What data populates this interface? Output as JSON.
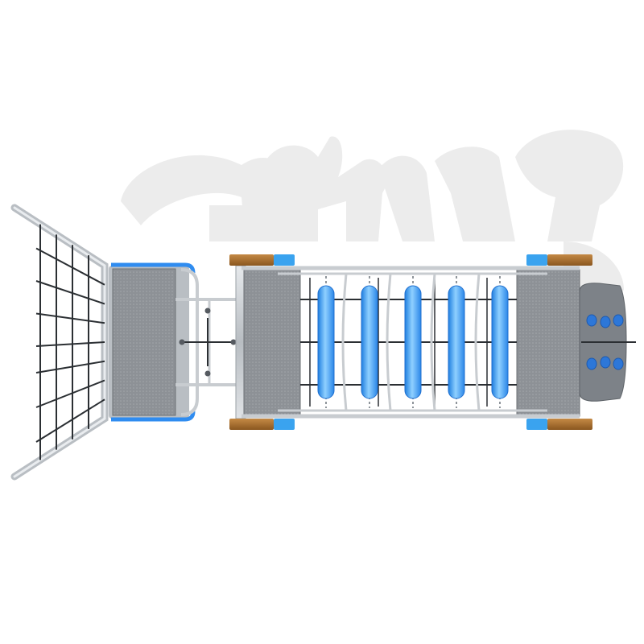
{
  "scene": {
    "view": "top-down",
    "subject": "playground-equipment",
    "colors": {
      "background": "#ffffff",
      "shadow": "#ececec",
      "steel": "#c8ccd0",
      "steel_dark": "#8f959b",
      "deck": "#8d9196",
      "deck_edge": "#6d7176",
      "net_rope": "#2b2f33",
      "accent_blue": "#2f8cf0",
      "cap_blue": "#3aa3ef",
      "roller_blue": "#3a9bf5",
      "roller_light": "#8fd0ff",
      "wood": "#b0712c",
      "wood_dark": "#7f4f1d",
      "panel": "#7d8288",
      "knob": "#2d77d8"
    },
    "roller_count": 5,
    "net_rows": 7,
    "net_columns": 4,
    "panel_knob_count": 6
  }
}
